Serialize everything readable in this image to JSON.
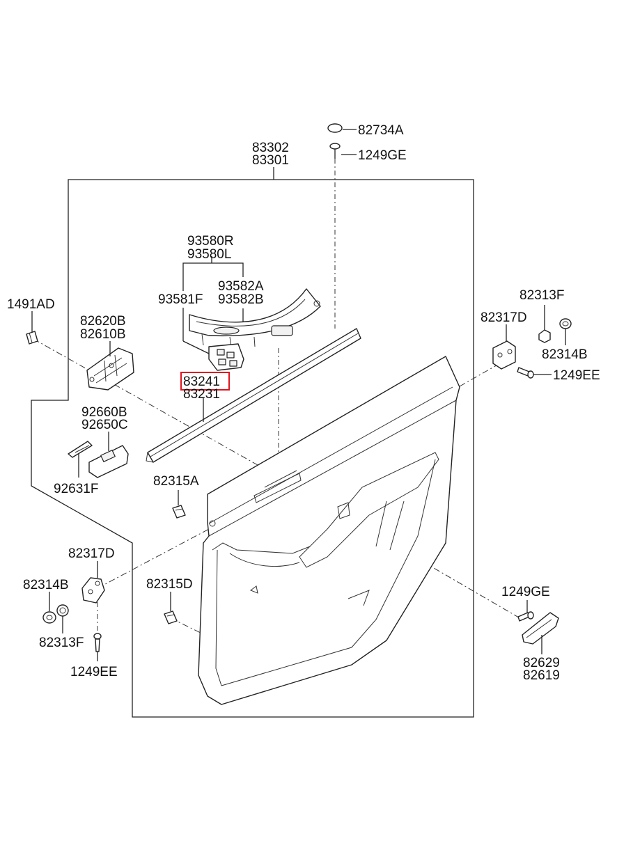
{
  "colors": {
    "highlight": "#e0141e",
    "ink": "#222222"
  },
  "labels": {
    "l_83302": "83302",
    "l_83301": "83301",
    "l_82734A": "82734A",
    "l_1249GE_top": "1249GE",
    "l_93580R": "93580R",
    "l_93580L": "93580L",
    "l_93581F": "93581F",
    "l_93582A": "93582A",
    "l_93582B": "93582B",
    "l_1491AD": "1491AD",
    "l_82620B": "82620B",
    "l_82610B": "82610B",
    "l_83241": "83241",
    "l_83231": "83231",
    "l_92660B": "92660B",
    "l_92650C": "92650C",
    "l_92631F": "92631F",
    "l_82315A": "82315A",
    "l_82317D_right": "82317D",
    "l_82313F_right": "82313F",
    "l_82314B_right": "82314B",
    "l_1249EE_right": "1249EE",
    "l_82317D_left": "82317D",
    "l_82314B_left": "82314B",
    "l_82313F_left": "82313F",
    "l_1249EE_left": "1249EE",
    "l_82315D": "82315D",
    "l_1249GE_right": "1249GE",
    "l_82629": "82629",
    "l_82619": "82619"
  }
}
